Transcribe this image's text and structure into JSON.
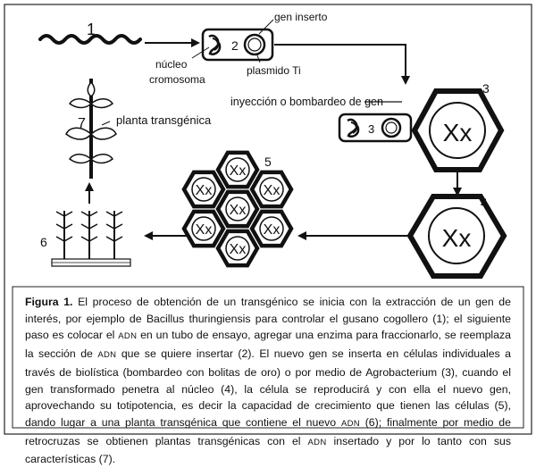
{
  "diagram": {
    "step_numbers": [
      "1",
      "2",
      "3",
      "3",
      "4",
      "5",
      "6",
      "7"
    ],
    "labels": {
      "gen_inserto": "gen inserto",
      "nucleo": "núcleo",
      "cromosoma": "cromosoma",
      "plasmido": "plasmido Ti",
      "inyeccion": "inyección o bombardeo de gen",
      "planta": "planta transgénica",
      "cell_text": "Xx"
    }
  },
  "caption": {
    "figure_label": "Figura 1.",
    "s1": " El proceso de obtención de un transgénico se inicia con la extracción de un gen de interés, por ejemplo de Bacillus thuringiensis para controlar el gusano cogollero (1); el siguiente paso es colocar el ",
    "adn1": "ADN",
    "s2": " en un tubo de ensayo, agregar una enzima para fraccionarlo, se reemplaza la sección de ",
    "adn2": "ADN",
    "s3": " que se quiere insertar (2). El nuevo gen se inserta en células individuales a través de biolística (bombardeo con bolitas de oro) o por medio de Agrobacterium (3), cuando el gen transformado penetra al núcleo (4), la célula se reproducirá y con ella el nuevo gen, aprovechando su totipotencia, es decir la capacidad de crecimiento que tienen las células (5), dando lugar a una planta transgénica que contiene el nuevo ",
    "adn3": "ADN",
    "s4": " (6); finalmente por medio de retrocruzas se obtienen plantas transgénicas con el ",
    "adn4": "ADN",
    "s5": " insertado y por lo tanto con sus características (7)."
  }
}
